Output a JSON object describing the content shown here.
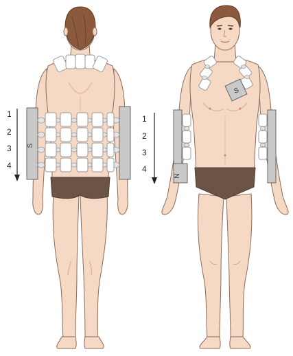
{
  "back_view": {
    "step_numbers": [
      "1",
      "2",
      "3",
      "4"
    ],
    "pole_label": "S"
  },
  "front_view": {
    "step_numbers": [
      "1",
      "2",
      "3",
      "4"
    ],
    "side_pole_label": "N",
    "chest_pole_label": "S"
  },
  "colors": {
    "skin": "#f6d9c5",
    "skin_shadow": "#e5b8a0",
    "outline": "#8a6a5a",
    "hair": "#8b5a3c",
    "hair_dark": "#5e3a24",
    "briefs": "#6b5446",
    "pad": "#ffffff",
    "pad_outline": "#9a9a9a",
    "side_plate": "#c9c9c9",
    "arrow": "#222222"
  }
}
